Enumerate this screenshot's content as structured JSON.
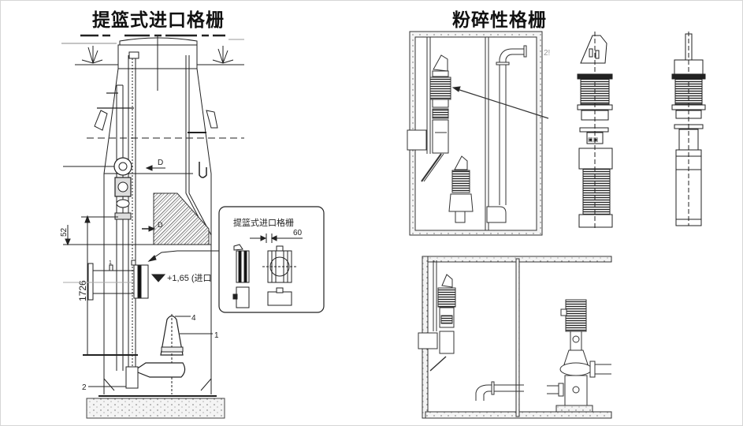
{
  "left_panel": {
    "title": "提篮式进口格栅",
    "section_marker": "D",
    "section_marker_2": "D",
    "dimension_vertical": "1726",
    "dimension_small": "52",
    "water_level_label": "+1,65 (进口",
    "callouts": [
      "4",
      "1",
      "2"
    ],
    "pipe_tag": "1",
    "inset": {
      "title": "提篮式进口格栅",
      "spacing_dimension": "60"
    }
  },
  "right_panel": {
    "title": "粉碎性格栅",
    "pipe_tag": "2!"
  },
  "colors": {
    "line": "#222222",
    "hatch": "#555555",
    "concrete": "#f2f2f2",
    "frame": "#d6d6d6"
  }
}
